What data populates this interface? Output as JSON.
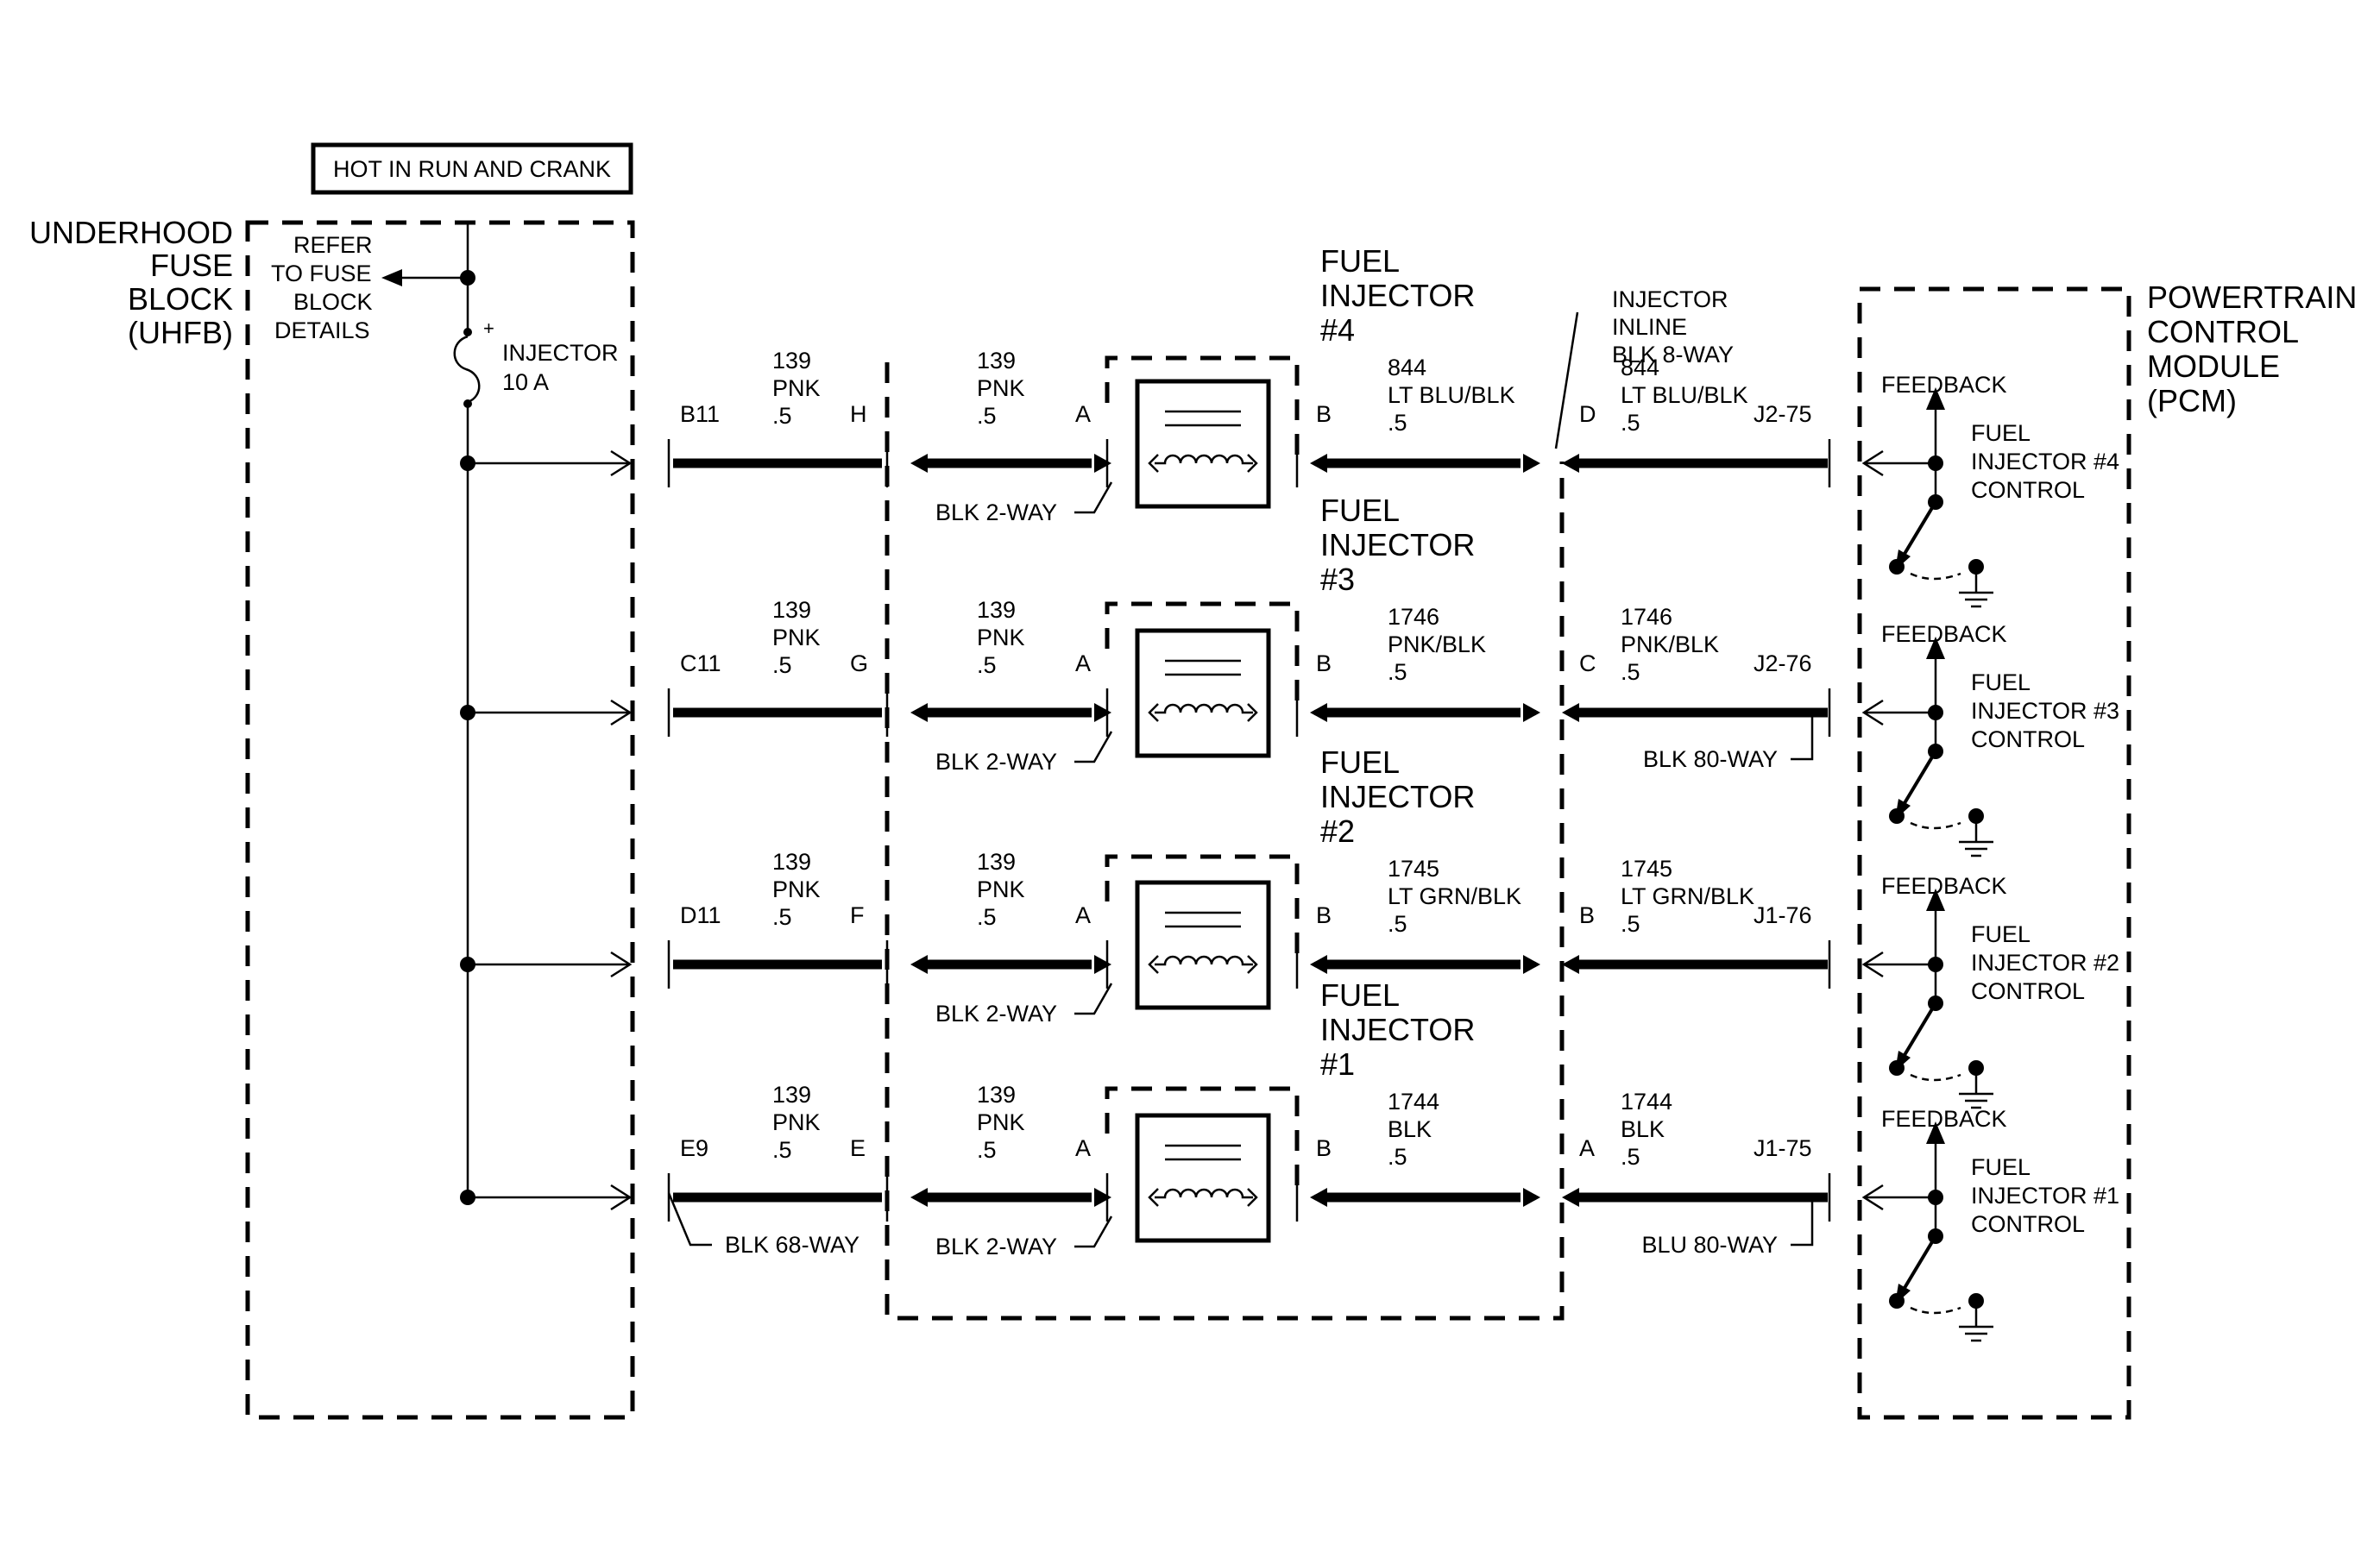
{
  "header_box": "HOT IN RUN AND CRANK",
  "uhfb": {
    "title": [
      "UNDERHOOD",
      "FUSE",
      "BLOCK",
      "(UHFB)"
    ],
    "refer": [
      "REFER",
      "TO FUSE",
      "BLOCK",
      "DETAILS"
    ],
    "fuse_plus": "+",
    "fuse": [
      "INJECTOR",
      "10 A"
    ]
  },
  "pcm": {
    "title": [
      "POWERTRAIN",
      "CONTROL",
      "MODULE",
      "(PCM)"
    ]
  },
  "inline_label": [
    "INJECTOR",
    "INLINE",
    "BLK 8-WAY"
  ],
  "connectors": {
    "uhfb": "BLK 68-WAY",
    "inj_conn": "BLK 2-WAY",
    "pcm_j2": "BLK 80-WAY",
    "pcm_j1": "BLU 80-WAY"
  },
  "rows": [
    {
      "uhfb_pin": "B11",
      "inline_pin_l": "H",
      "w1": [
        "139",
        "PNK",
        ".5"
      ],
      "w2": [
        "139",
        "PNK",
        ".5"
      ],
      "inj_pin_a": "A",
      "inj_title": [
        "FUEL",
        "INJECTOR",
        "#4"
      ],
      "inj_pin_b": "B",
      "w3": [
        "844",
        "LT BLU/BLK",
        ".5"
      ],
      "inline_pin_r": "D",
      "w4": [
        "844",
        "LT BLU/BLK",
        ".5"
      ],
      "pcm_pin": "J2-75",
      "feedback": "FEEDBACK",
      "ctrl": [
        "FUEL",
        "INJECTOR #4",
        "CONTROL"
      ]
    },
    {
      "uhfb_pin": "C11",
      "inline_pin_l": "G",
      "w1": [
        "139",
        "PNK",
        ".5"
      ],
      "w2": [
        "139",
        "PNK",
        ".5"
      ],
      "inj_pin_a": "A",
      "inj_title": [
        "FUEL",
        "INJECTOR",
        "#3"
      ],
      "inj_pin_b": "B",
      "w3": [
        "1746",
        "PNK/BLK",
        ".5"
      ],
      "inline_pin_r": "C",
      "w4": [
        "1746",
        "PNK/BLK",
        ".5"
      ],
      "pcm_pin": "J2-76",
      "feedback": "FEEDBACK",
      "ctrl": [
        "FUEL",
        "INJECTOR #3",
        "CONTROL"
      ]
    },
    {
      "uhfb_pin": "D11",
      "inline_pin_l": "F",
      "w1": [
        "139",
        "PNK",
        ".5"
      ],
      "w2": [
        "139",
        "PNK",
        ".5"
      ],
      "inj_pin_a": "A",
      "inj_title": [
        "FUEL",
        "INJECTOR",
        "#2"
      ],
      "inj_pin_b": "B",
      "w3": [
        "1745",
        "LT GRN/BLK",
        ".5"
      ],
      "inline_pin_r": "B",
      "w4": [
        "1745",
        "LT GRN/BLK",
        ".5"
      ],
      "pcm_pin": "J1-76",
      "feedback": "FEEDBACK",
      "ctrl": [
        "FUEL",
        "INJECTOR #2",
        "CONTROL"
      ]
    },
    {
      "uhfb_pin": "E9",
      "inline_pin_l": "E",
      "w1": [
        "139",
        "PNK",
        ".5"
      ],
      "w2": [
        "139",
        "PNK",
        ".5"
      ],
      "inj_pin_a": "A",
      "inj_title": [
        "FUEL",
        "INJECTOR",
        "#1"
      ],
      "inj_pin_b": "B",
      "w3": [
        "1744",
        "BLK",
        ".5"
      ],
      "inline_pin_r": "A",
      "w4": [
        "1744",
        "BLK",
        ".5"
      ],
      "pcm_pin": "J1-75",
      "feedback": "FEEDBACK",
      "ctrl": [
        "FUEL",
        "INJECTOR #1",
        "CONTROL"
      ]
    }
  ]
}
